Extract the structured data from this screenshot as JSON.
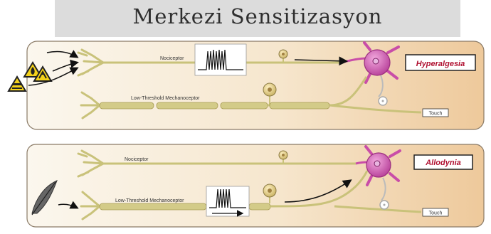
{
  "title": "Merkezi Sensitizasyon",
  "top_panel": {
    "nociceptor_label": "Nociceptor",
    "mechanoceptor_label": "Low-Threshold Mechanoceptor",
    "result_label": "Hyperalgesia",
    "touch_label": "Touch",
    "stimuli_icons": [
      "fire-warning-icon",
      "pinch-warning-icon",
      "corrosive-warning-icon"
    ]
  },
  "bottom_panel": {
    "nociceptor_label": "Nociceptor",
    "mechanoceptor_label": "Low-Threshold Mechanoceptor",
    "result_label": "Allodynia",
    "touch_label": "Touch",
    "stimuli_icons": [
      "feather-icon"
    ]
  },
  "colors": {
    "panel_left": "#fbf7ee",
    "panel_right": "#eec99b",
    "axon": "#c9c27a",
    "dorsal_neuron": "#c94da8",
    "badge_text": "#b01030"
  }
}
